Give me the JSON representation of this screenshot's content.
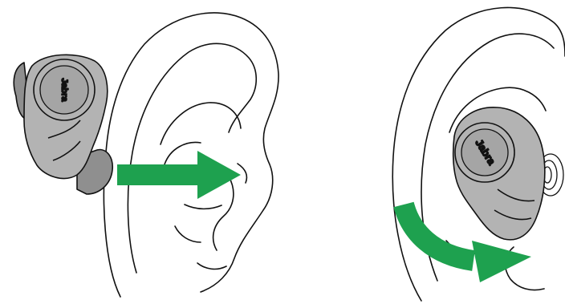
{
  "illustration": {
    "brand_text": "Jabra",
    "steps": [
      {
        "id": "insert",
        "arrow_icon": "straight-arrow-right"
      },
      {
        "id": "rotate",
        "arrow_icon": "curved-arrow-rotate"
      }
    ]
  },
  "colors": {
    "arrow": "#1ea14f",
    "earbud": "#b3b3b3",
    "earbud_dark": "#8f8f8f",
    "outline": "#111111",
    "background": "#ffffff"
  }
}
